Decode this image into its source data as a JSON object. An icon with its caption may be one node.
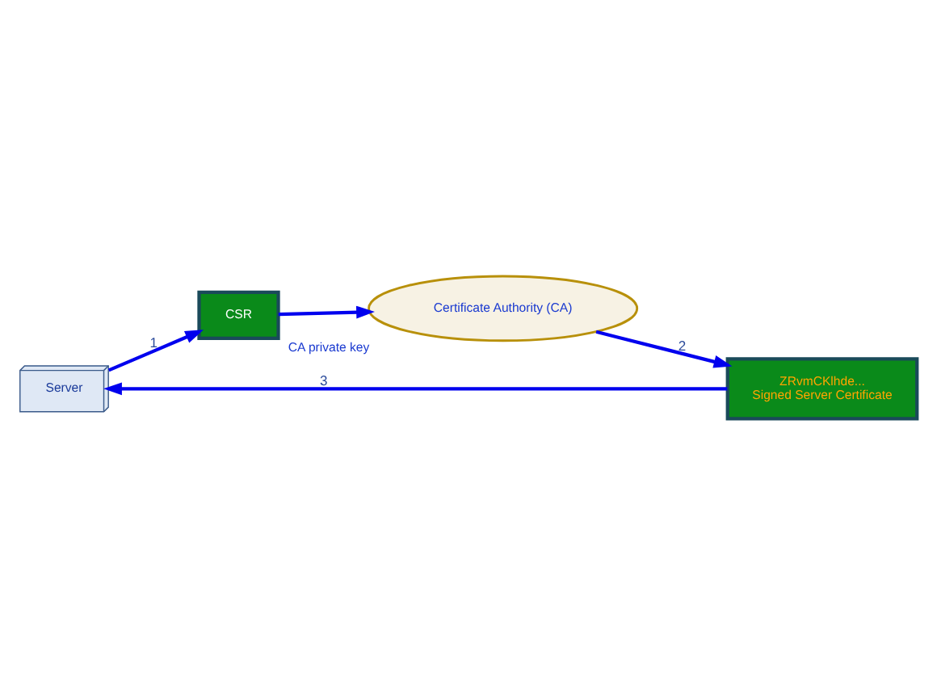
{
  "diagram": {
    "nodes": [
      {
        "text": [
          "Server"
        ]
      },
      {
        "text": [
          "CSR"
        ]
      },
      {
        "text": [
          "Certificate Authority (CA)"
        ],
        "beside": [
          "CA private key"
        ]
      },
      {
        "text": [
          "ZRvmCKlhde...",
          "Signed Server Certificate"
        ]
      }
    ],
    "edges": [
      {
        "from": 0,
        "to": 1,
        "arrow": "to",
        "label": "1"
      },
      {
        "from": 1,
        "to": 2,
        "arrow": "to"
      },
      {
        "from": 2,
        "to": 3,
        "arrow": "to",
        "label": "2"
      },
      {
        "from": 3,
        "to": 0,
        "arrow": "to",
        "label": "3"
      }
    ]
  }
}
